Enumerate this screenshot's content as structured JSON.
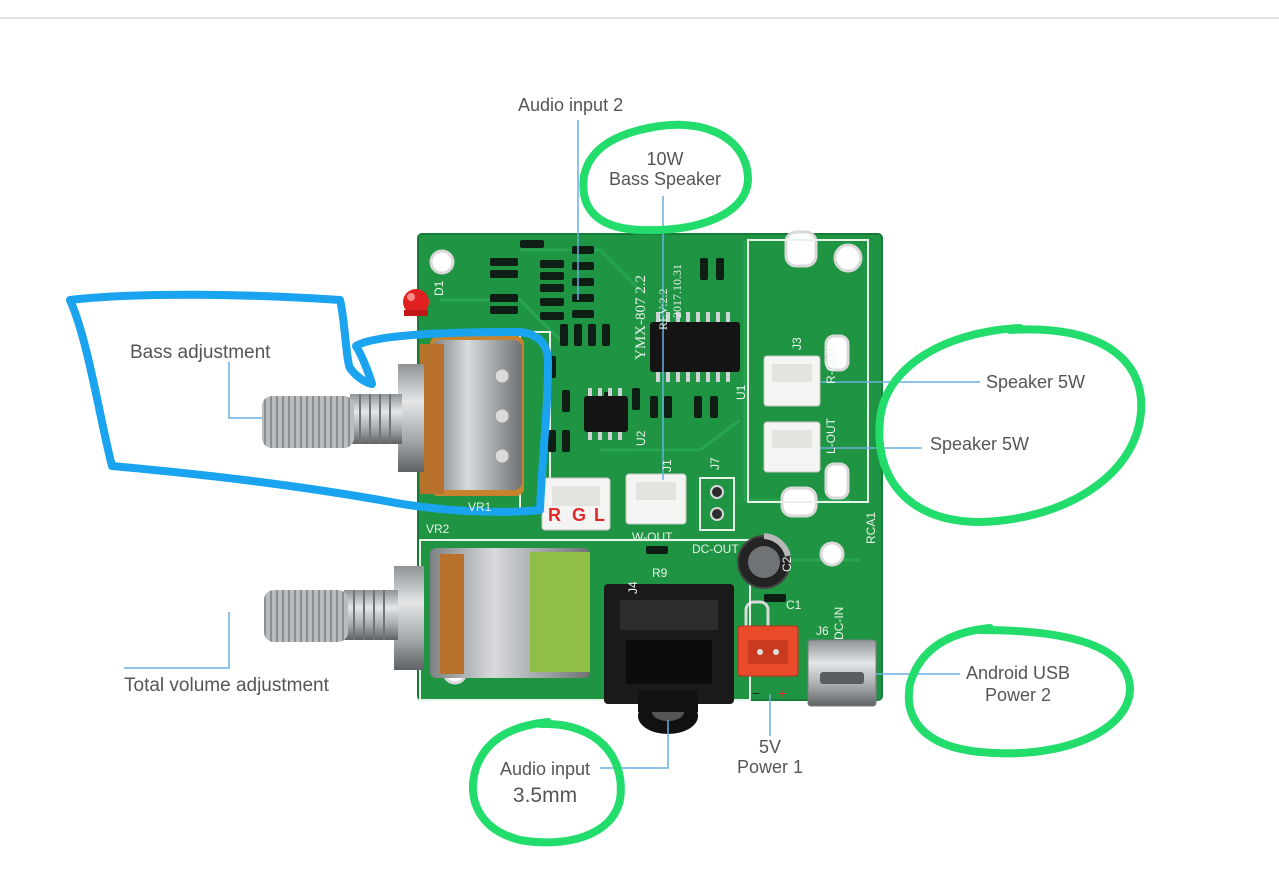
{
  "labels": {
    "audio_input_2": "Audio input 2",
    "bass_speaker_power": "10W",
    "bass_speaker": "Bass Speaker",
    "bass_adjustment": "Bass adjustment",
    "speaker_r": "Speaker 5W",
    "speaker_l": "Speaker 5W",
    "total_volume": "Total volume adjustment",
    "audio_input_3": "Audio input",
    "audio_input_3_size": "3.5mm",
    "power1_v": "5V",
    "power1": "Power 1",
    "android_usb": "Android USB",
    "android_usb_power": "Power 2"
  },
  "board": {
    "model": "YMX-807 2.2",
    "rev": "REV:2.2",
    "date": "2017.10.31",
    "silkscreen": {
      "r": "R",
      "g": "G",
      "l": "L",
      "w_out": "W-OUT",
      "dc_out": "DC-OUT",
      "dc_in": "DC-IN",
      "r_out": "R-OUT",
      "l_out": "L-OUT",
      "vr1": "VR1",
      "vr2": "VR2",
      "rca1": "RCA1",
      "j4": "J4",
      "j6": "J6",
      "j7": "J7",
      "j3": "J3",
      "j1": "J1",
      "u1": "U1",
      "u2": "U2",
      "d1": "D1",
      "r9": "R9",
      "c1": "C1",
      "c2": "C2",
      "minus": "−",
      "plus": "+"
    }
  },
  "colors": {
    "pcb": "#1f9443",
    "annotation_green": "#22dd6b",
    "annotation_blue": "#1aa3ee",
    "label_text": "#555555",
    "leader_line": "#6aaee0"
  }
}
